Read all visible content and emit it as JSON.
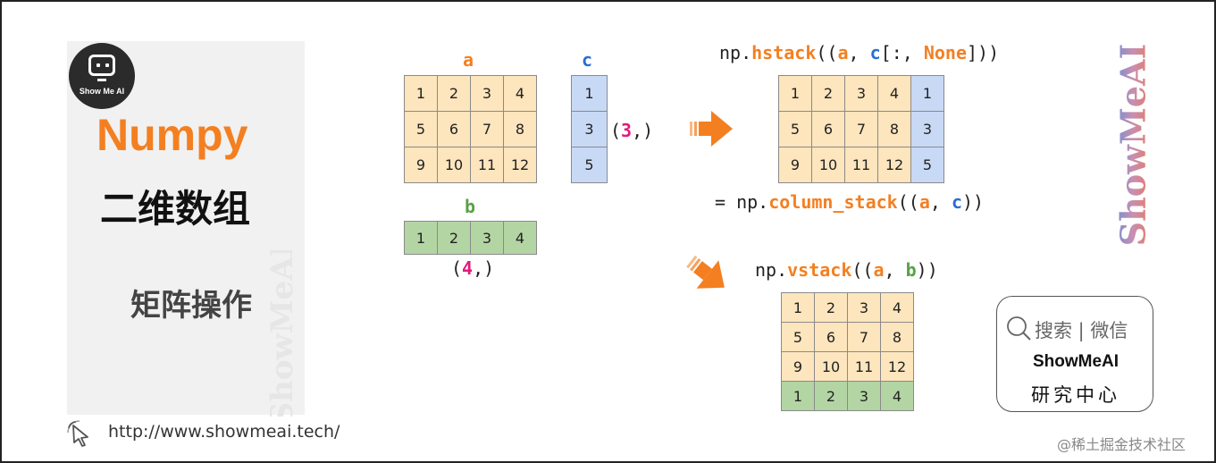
{
  "brand": {
    "logo_text": "Show Me AI",
    "watermark": "ShowMeAI"
  },
  "left": {
    "title": "Numpy",
    "subtitle": "二维数组",
    "section": "矩阵操作",
    "url": "http://www.showmeai.tech/"
  },
  "arrays": {
    "a": {
      "label": "a",
      "rows": [
        [
          "1",
          "2",
          "3",
          "4"
        ],
        [
          "5",
          "6",
          "7",
          "8"
        ],
        [
          "9",
          "10",
          "11",
          "12"
        ]
      ]
    },
    "b": {
      "label": "b",
      "rows": [
        [
          "1",
          "2",
          "3",
          "4"
        ]
      ],
      "shape_open": "(",
      "shape_num": "4",
      "shape_close": ",)"
    },
    "c": {
      "label": "c",
      "rows": [
        [
          "1"
        ],
        [
          "3"
        ],
        [
          "5"
        ]
      ],
      "shape_open": "(",
      "shape_num": "3",
      "shape_close": ",)"
    }
  },
  "hstack": {
    "code": {
      "p1": "np.",
      "fn": "hstack",
      "p2": "((",
      "a": "a",
      "p3": ", ",
      "c": "c",
      "p4": "[:, ",
      "none": "None",
      "p5": "]))"
    },
    "result": [
      [
        "1",
        "2",
        "3",
        "4",
        "1"
      ],
      [
        "5",
        "6",
        "7",
        "8",
        "3"
      ],
      [
        "9",
        "10",
        "11",
        "12",
        "5"
      ]
    ],
    "alt": {
      "p1": "= np.",
      "fn": "column_stack",
      "p2": "((",
      "a": "a",
      "p3": ", ",
      "c": "c",
      "p4": "))"
    }
  },
  "vstack": {
    "code": {
      "p1": "np.",
      "fn": "vstack",
      "p2": "((",
      "a": "a",
      "p3": ", ",
      "b": "b",
      "p4": "))"
    },
    "result": [
      [
        "1",
        "2",
        "3",
        "4"
      ],
      [
        "5",
        "6",
        "7",
        "8"
      ],
      [
        "9",
        "10",
        "11",
        "12"
      ],
      [
        "1",
        "2",
        "3",
        "4"
      ]
    ]
  },
  "search_card": {
    "top": "搜索 | 微信",
    "brand": "ShowMeAI",
    "sub": "研究中心"
  },
  "footer": {
    "credit": "@稀土掘金技术社区"
  },
  "colors": {
    "orange": "#f47f20",
    "green": "#58a146",
    "blue": "#2a6fd1",
    "pink": "#e21a7c",
    "cell_orange": "#fde5bd",
    "cell_blue": "#c8d9f5",
    "cell_green": "#b3d5a4"
  },
  "icons": [
    "robot-logo-icon",
    "cursor-click-icon",
    "search-icon",
    "right-arrow-icon",
    "down-right-arrow-icon"
  ]
}
